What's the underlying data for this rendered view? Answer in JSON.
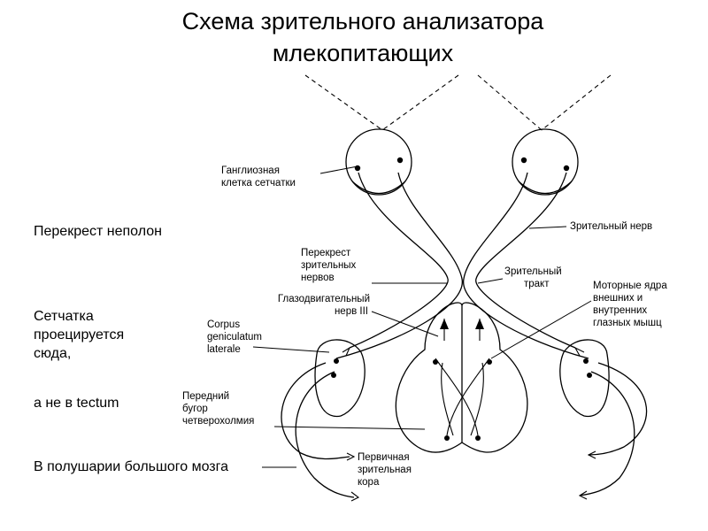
{
  "title": {
    "line1": "Схема зрительного анализатора",
    "line2": "млекопитающих"
  },
  "notes": {
    "incomplete_chiasm": "Перекрест неполон",
    "retina_projects": [
      "Сетчатка",
      "проецируется",
      "сюда,"
    ],
    "not_tectum": "а не в tectum",
    "hemispheres": "В полушарии большого мозга"
  },
  "labels": {
    "ganglion_cell": [
      "Ганглиозная",
      "клетка сетчатки"
    ],
    "optic_nerve": "Зрительный нерв",
    "chiasm": [
      "Перекрест",
      "зрительных",
      "нервов"
    ],
    "optic_tract": [
      "Зрительный",
      "тракт"
    ],
    "oculomotor": [
      "Глазодвигательный",
      "нерв III"
    ],
    "motor_nuclei": [
      "Моторные ядра",
      "внешних и",
      "внутренних",
      "глазных мышц"
    ],
    "lgn": [
      "Corpus",
      "geniculatum",
      "laterale"
    ],
    "superior_colliculus": [
      "Передний",
      "бугор",
      "четверохолмия"
    ],
    "visual_cortex": [
      "Первичная",
      "зрительная",
      "кора"
    ]
  }
}
